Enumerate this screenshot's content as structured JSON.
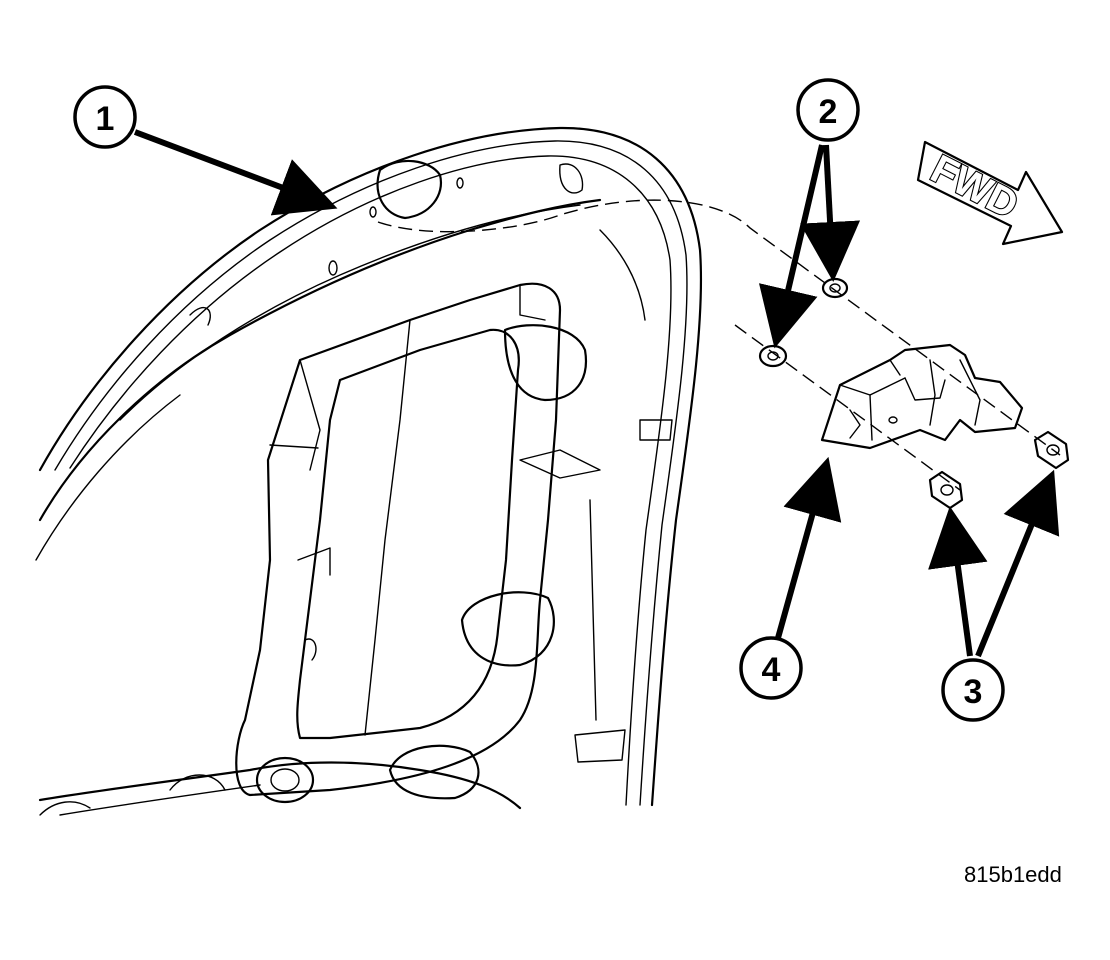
{
  "figure_id": "815b1edd",
  "direction_indicator": {
    "label": "FWD"
  },
  "callouts": [
    {
      "number": "1"
    },
    {
      "number": "2"
    },
    {
      "number": "3"
    },
    {
      "number": "4"
    }
  ]
}
